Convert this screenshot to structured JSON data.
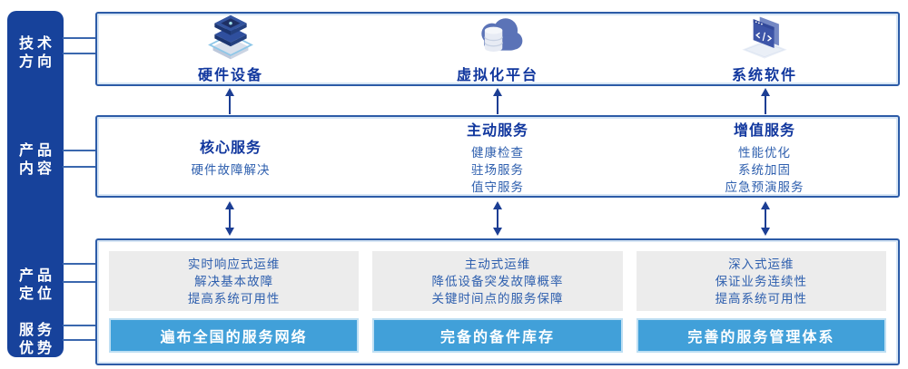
{
  "colors": {
    "sidebar_navy": "#17429B",
    "box_border": "#2C5BA7",
    "title_text": "#11379E",
    "body_text": "#2E5FAE",
    "arrow_navy": "#1C3E94",
    "connector_line": "#3A67AE",
    "gray_panel": "#ECECEC",
    "banner_blue": "#41A0D9",
    "banner_border_light": "#BEDFF3",
    "banner_text": "#FFFFFF"
  },
  "sidebar": {
    "labels": [
      {
        "line1": "技术",
        "line2": "方向"
      },
      {
        "line1": "产品",
        "line2": "内容"
      },
      {
        "line1": "产品",
        "line2": "定位"
      },
      {
        "line1": "服务",
        "line2": "优势"
      }
    ]
  },
  "tech": {
    "items": [
      {
        "label": "硬件设备",
        "icon": "server-stack-icon"
      },
      {
        "label": "虚拟化平台",
        "icon": "cloud-database-icon"
      },
      {
        "label": "系统软件",
        "icon": "code-screen-icon"
      }
    ]
  },
  "services": {
    "columns": [
      {
        "title": "核心服务",
        "items": [
          "硬件故障解决"
        ]
      },
      {
        "title": "主动服务",
        "items": [
          "健康检查",
          "驻场服务",
          "值守服务"
        ]
      },
      {
        "title": "增值服务",
        "items": [
          "性能优化",
          "系统加固",
          "应急预演服务"
        ]
      }
    ]
  },
  "positioning": {
    "columns": [
      {
        "lines": [
          "实时响应式运维",
          "解决基本故障",
          "提高系统可用性"
        ],
        "banner": "遍布全国的服务网络"
      },
      {
        "lines": [
          "主动式运维",
          "降低设备突发故障概率",
          "关键时间点的服务保障"
        ],
        "banner": "完备的备件库存"
      },
      {
        "lines": [
          "深入式运维",
          "保证业务连续性",
          "提高系统可用性"
        ],
        "banner": "完善的服务管理体系"
      }
    ]
  }
}
